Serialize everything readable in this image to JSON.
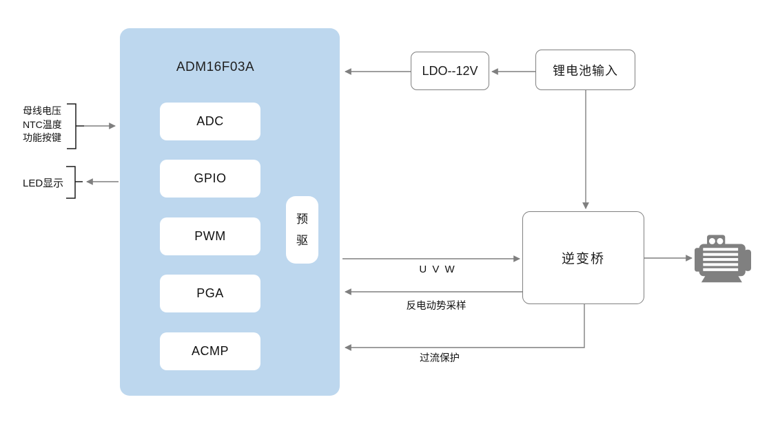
{
  "colors": {
    "chip_fill": "#BDD7EE",
    "box_border": "#7F7F7F",
    "connector_line": "#7F7F7F",
    "motor_gray": "#808080",
    "text": "#1A1A1A"
  },
  "chip": {
    "title": "ADM16F03A",
    "blocks": [
      "ADC",
      "GPIO",
      "PWM",
      "PGA",
      "ACMP"
    ],
    "predriver": "预驱"
  },
  "power": {
    "ldo": "LDO--12V",
    "battery": "锂电池输入"
  },
  "inverter": {
    "label": "逆变桥"
  },
  "motor": {
    "icon": "motor-icon"
  },
  "io_left": {
    "inputs": [
      "母线电压",
      "NTC温度",
      "功能按键"
    ],
    "output": "LED显示"
  },
  "signals": {
    "uvw": "U V W",
    "bemf": "反电动势采样",
    "overcurrent": "过流保护"
  }
}
